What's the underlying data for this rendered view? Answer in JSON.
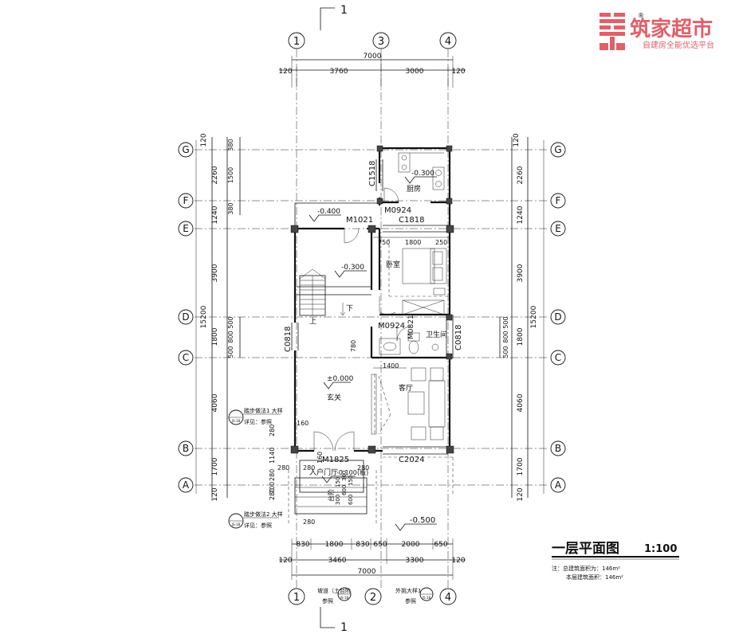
{
  "logo": {
    "name": "筑家超市",
    "tagline": "自建房全能优选平台",
    "reg": "®"
  },
  "drawing": {
    "title": "一层平面图",
    "scale": "1:100",
    "note_line1": "注：总建筑面积为：146m²",
    "note_line2": "本层建筑面积：146m²"
  },
  "section_mark": "1",
  "axes": {
    "col_1": "1",
    "col_2": "2",
    "col_3": "3",
    "col_4": "4",
    "row_A": "A",
    "row_B": "B",
    "row_C": "C",
    "row_D": "D",
    "row_E": "E",
    "row_F": "F",
    "row_G": "G"
  },
  "dims": {
    "top_total": "7000",
    "top_120a": "120",
    "top_3760": "3760",
    "top_3000": "3000",
    "top_120b": "120",
    "bot_830a": "830",
    "bot_1800": "1800",
    "bot_830b": "830",
    "bot_650a": "650",
    "bot_2000": "2000",
    "bot_650b": "650",
    "bot_120a": "120",
    "bot_3460": "3460",
    "bot_3300": "3300",
    "bot_120b": "120",
    "bot_total": "7000",
    "left_total": "15200",
    "left_120a": "120",
    "left_2260": "2260",
    "left_1240": "1240",
    "left_3900": "3900",
    "left_1800": "1800",
    "left_4060": "4060",
    "left_1700": "1700",
    "left_120b": "120",
    "left_380a": "380",
    "left_1500": "1500",
    "left_380b": "380",
    "left_500a": "500",
    "left_800": "800",
    "left_500b": "500",
    "right_total": "15200",
    "right_120a": "120",
    "right_2260": "2260",
    "right_1240": "1240",
    "right_3900": "3900",
    "right_1800": "1800",
    "right_4060": "4060",
    "right_1700": "1700",
    "right_120b": "120",
    "right_500a": "500",
    "right_800": "800",
    "right_500b": "500",
    "in_750": "750",
    "in_1800": "1800",
    "in_250": "250",
    "in_1400": "1400",
    "in_780": "780",
    "in_160a": "160",
    "in_160b": "160",
    "in_280a": "280",
    "in_280b": "280",
    "in_280c": "280",
    "in_280d": "280",
    "in_280e": "280",
    "in_280f": "280",
    "in_280g": "280",
    "in_1140": "1140",
    "in_700": "700",
    "in_600a": "600",
    "in_300": "300",
    "in_150": "150",
    "in_600b": "600",
    "in_300x": "300",
    "in_150x": "150"
  },
  "rooms": {
    "kitchen": "厨房",
    "bedroom": "卧室",
    "bathroom": "卫生间",
    "living": "客厅",
    "foyer": "玄关",
    "entry": "入户门厅",
    "up": "上",
    "down": "下"
  },
  "levels": {
    "kitchen": "-0.300",
    "northwest": "-0.400",
    "stair": "-0.300",
    "foyer": "±0.000",
    "entry": "-0.100",
    "entry_suffix": "(板)",
    "exterior": "-0.500"
  },
  "openings": {
    "c1518": "C1518",
    "m0924a": "M0924",
    "m1021": "M1021",
    "c1818": "C1818",
    "m0924b": "M0924",
    "m0821": "M0821",
    "c0818a": "C0818",
    "c0818b": "C0818",
    "m1825": "M1825",
    "c2024": "C2024"
  },
  "steps_label": "台阶",
  "callouts": {
    "c1_title": "踏步做法1 大样",
    "c1_sub": "详见：参照",
    "c1_ref": "JS-1B",
    "c2_title": "踏步做法2 大样",
    "c2_sub": "详见：参照",
    "c2_ref": "JS-1B",
    "c3_title": "坡道（土台阶",
    "c3_sub": "参照",
    "c3_ref": "JS-1B",
    "c4_title": "外挑大样1",
    "c4_sub": "参照",
    "c4_ref": "JS-1B"
  }
}
